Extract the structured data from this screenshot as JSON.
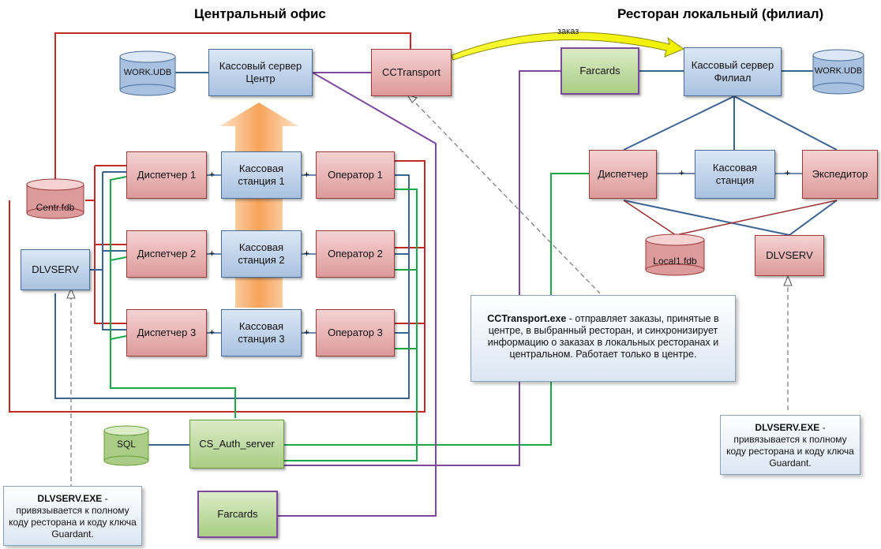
{
  "titles": {
    "central": "Центральный офис",
    "branch": "Ресторан локальный (филиал)"
  },
  "central": {
    "work_db": "WORK.UDB",
    "server": "Кассовый сервер Центр",
    "cctransport": "CCTransport",
    "centr_fdb": "Centr.fdb",
    "dlvserv": "DLVSERV",
    "dispatchers": [
      "Диспетчер 1",
      "Диспетчер 2",
      "Диспетчер 3"
    ],
    "stations": [
      "Кассовая станция 1",
      "Кассовая станция 2",
      "Кассовая станция 3"
    ],
    "operators": [
      "Оператор 1",
      "Оператор 2",
      "Оператор 3"
    ],
    "sql": "SQL",
    "auth_server": "CS_Auth_server",
    "farcards": "Farcards"
  },
  "branch": {
    "farcards": "Farcards",
    "server": "Кассовый сервер Филиал",
    "work_db": "WORK.UDB",
    "dispatcher": "Диспетчер",
    "station": "Кассовая станция",
    "expeditor": "Экспедитор",
    "local_fdb": "Local1.fdb",
    "dlvserv": "DLVSERV"
  },
  "arrow_label": "заказ",
  "plus_sign": "+",
  "notes": {
    "cctransport_title": "CCTransport.exe",
    "cctransport_text": " - отправляет заказы, принятые в центре, в выбранный ресторан, и синхронизирует информацию о заказах в локальных ресторанах и центральном. Работает только в центре.",
    "dlvserv_left_title": "DLVSERV.EXE",
    "dlvserv_left_text": " - привязывается к полному коду ресторана и коду ключа Guardant.",
    "dlvserv_right_title": "DLVSERV.EXE",
    "dlvserv_right_text": " - привязывается к полному коду ресторана и коду ключа Guardant."
  },
  "colors": {
    "red_line": "#c0282b",
    "blue_line": "#3d6390",
    "green_line": "#1aa84a",
    "purple_line": "#7b4a9c",
    "yellow_arrow": "#f4f400"
  }
}
